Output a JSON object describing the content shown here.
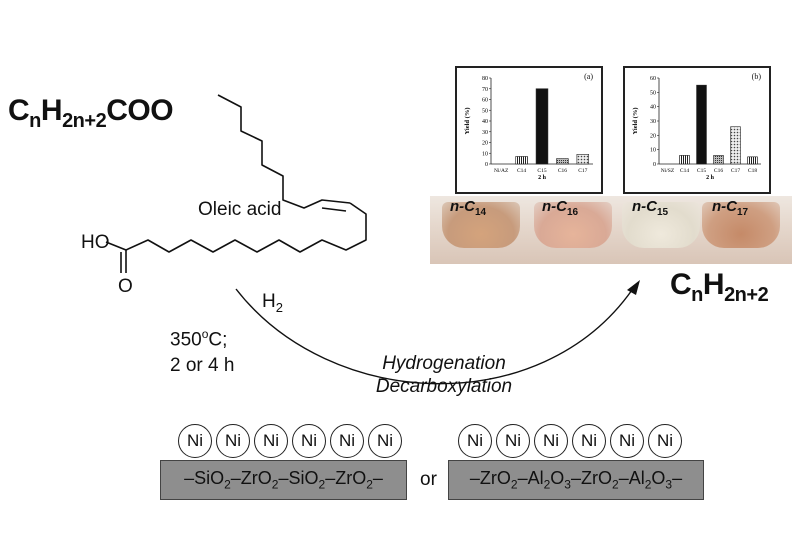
{
  "reactant": {
    "formula_prefix": "C",
    "sub_n": "n",
    "mid": "H",
    "sub_2n2": "2n+2",
    "suffix": "COO"
  },
  "product": {
    "prefix": "C",
    "sub_n": "n",
    "mid": "H",
    "sub_2n2": "2n+2"
  },
  "molecule": {
    "name": "Oleic acid",
    "ho": "HO",
    "o": "O"
  },
  "conditions": {
    "h2": "H",
    "h2_sub": "2",
    "temp": "350",
    "temp_sup": "o",
    "temp_unit": "C;",
    "time": "2 or 4 h"
  },
  "arrow_label": {
    "line1": "Hydrogenation",
    "line2": "Decarboxylation"
  },
  "charts": [
    {
      "panel": "(a)",
      "chart_data": {
        "type": "bar",
        "categories": [
          "Ni/AZ",
          "C14",
          "C15",
          "C16",
          "C17"
        ],
        "values": [
          0,
          7,
          70,
          5,
          9
        ],
        "xlabel": "2 h",
        "ylabel": "Yield (%)",
        "ylim": [
          0,
          80
        ],
        "yticks": [
          "0",
          "10",
          "20",
          "30",
          "40",
          "50",
          "60",
          "70",
          "80"
        ]
      }
    },
    {
      "panel": "(b)",
      "chart_data": {
        "type": "bar",
        "categories": [
          "Ni/SZ",
          "C14",
          "C15",
          "C16",
          "C17",
          "C18"
        ],
        "values": [
          0,
          6,
          55,
          6,
          26,
          5
        ],
        "xlabel": "2 h",
        "ylabel": "Yield (%)",
        "ylim": [
          0,
          60
        ],
        "yticks": [
          "0",
          "10",
          "20",
          "30",
          "40",
          "50",
          "60"
        ]
      }
    }
  ],
  "beakers": [
    {
      "prefix": "n-C",
      "sub": "14"
    },
    {
      "prefix": "n-C",
      "sub": "16"
    },
    {
      "prefix": "n-C",
      "sub": "15"
    },
    {
      "prefix": "n-C",
      "sub": "17"
    }
  ],
  "catalyst": {
    "ni_label": "Ni",
    "or_text": "or",
    "support1": [
      "–SiO",
      "2",
      "–ZrO",
      "2",
      "–SiO",
      "2",
      "–ZrO",
      "2",
      "–"
    ],
    "support2": [
      "–ZrO",
      "2",
      "–Al",
      "2",
      "O",
      "3",
      "–ZrO",
      "2",
      "–Al",
      "2",
      "O",
      "3",
      "–"
    ]
  },
  "colors": {
    "support": "#8e8e8e",
    "bar_dark": "#111111"
  }
}
